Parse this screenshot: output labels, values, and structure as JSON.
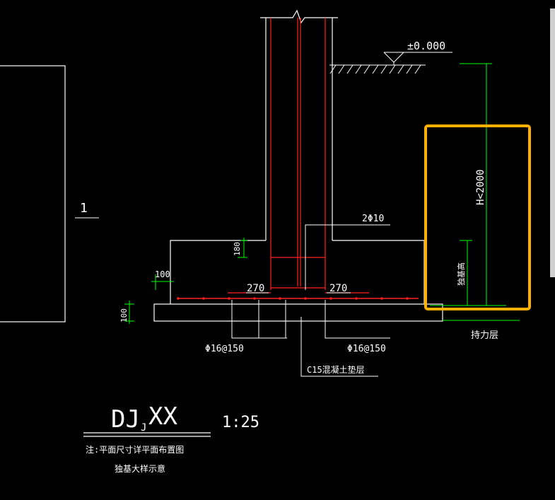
{
  "drawing": {
    "elevation_label": "±0.000",
    "axis_marker": "1",
    "height_dim": "H<2000",
    "rebar_label": "2Φ10",
    "dim_180": "180",
    "dim_100_left": "100",
    "dim_100_bottom": "100",
    "dim_270_left": "270",
    "dim_270_right": "270",
    "column_height_label": "独基高",
    "bearing_layer": "持力层",
    "rebar_left": "Φ16@150",
    "rebar_right": "Φ16@150",
    "cushion_label": "C15混凝土垫层",
    "title_main": "DJ",
    "title_sub": "J",
    "title_suffix": "XX",
    "scale": "1:25",
    "note_line1": "注:平面尺寸详平面布置图",
    "note_line2": "独基大样示意"
  },
  "colors": {
    "background": "#000000",
    "line": "#ffffff",
    "rebar": "#ff2020",
    "dimension": "#00ff00",
    "highlight": "#ffb000"
  }
}
